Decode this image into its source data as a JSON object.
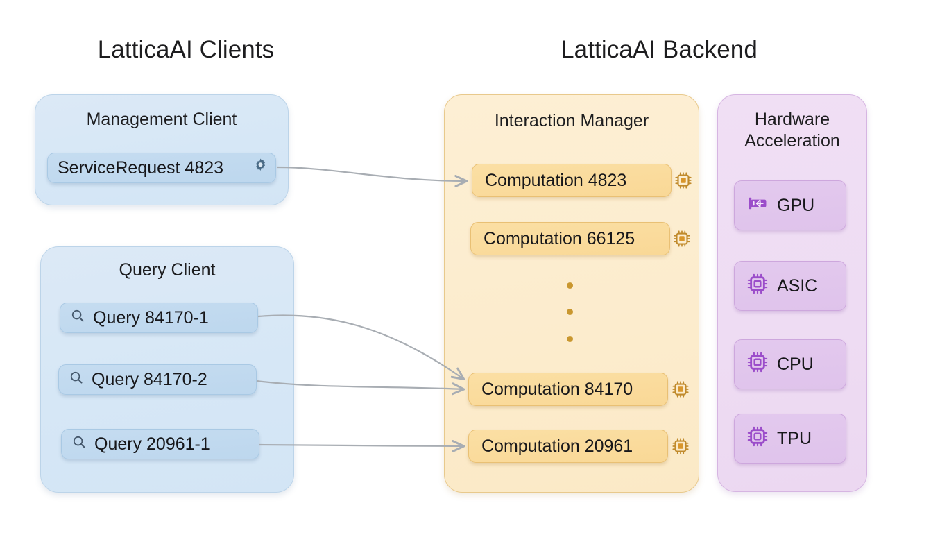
{
  "columns": {
    "clients_title": "LatticaAI Clients",
    "backend_title": "LatticaAI Backend"
  },
  "management_client": {
    "title": "Management Client",
    "items": [
      {
        "label": "ServiceRequest 4823",
        "icon": "gear-icon"
      }
    ]
  },
  "query_client": {
    "title": "Query Client",
    "items": [
      {
        "label": "Query 84170-1",
        "icon": "search-icon"
      },
      {
        "label": "Query 84170-2",
        "icon": "search-icon"
      },
      {
        "label": "Query 20961-1",
        "icon": "search-icon"
      }
    ]
  },
  "interaction_manager": {
    "title": "Interaction Manager",
    "ellipsis": "⋮",
    "items": [
      {
        "label": "Computation 4823",
        "icon": "chip-icon"
      },
      {
        "label": "Computation 66125",
        "icon": "chip-icon"
      },
      {
        "label": "Computation 84170",
        "icon": "chip-icon"
      },
      {
        "label": "Computation 20961",
        "icon": "chip-icon"
      }
    ]
  },
  "hardware_acceleration": {
    "title": "Hardware\nAcceleration",
    "items": [
      {
        "label": "GPU",
        "icon": "graphics-card-icon"
      },
      {
        "label": "ASIC",
        "icon": "chip-icon"
      },
      {
        "label": "CPU",
        "icon": "chip-icon"
      },
      {
        "label": "TPU",
        "icon": "chip-icon"
      }
    ]
  },
  "connections": [
    {
      "from": "ServiceRequest 4823",
      "to": "Computation 4823"
    },
    {
      "from": "Query 84170-1",
      "to": "Computation 84170"
    },
    {
      "from": "Query 84170-2",
      "to": "Computation 84170"
    },
    {
      "from": "Query 20961-1",
      "to": "Computation 20961"
    }
  ],
  "colors": {
    "client_panel": "#d9e8f6",
    "client_pill": "#c0d9ef",
    "backend_panel": "#fceccd",
    "backend_pill": "#fadb9b",
    "hardware_panel": "#eedcf3",
    "hardware_pill": "#e1c6ec",
    "chip_icon": "#c08a2c",
    "hardware_icon": "#9b4dca",
    "gear_icon": "#4a6b86",
    "search_icon": "#44576b",
    "connector": "#a8adb3",
    "text": "#1d1d1f"
  }
}
